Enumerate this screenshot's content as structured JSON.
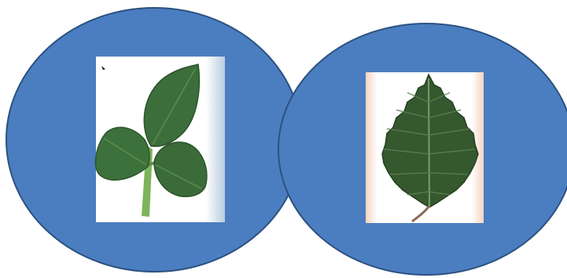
{
  "diagram": {
    "circles": [
      {
        "id": "left",
        "fill": "#4a7ec0",
        "stroke": "#2d5181",
        "photo": {
          "subject": "compound-leaf-three-leaflets",
          "background": "#ffffff",
          "edge_tint": "#b9cce0",
          "leaf_color": "#3b6e3a",
          "stem_color": "#6fa64f"
        }
      },
      {
        "id": "right",
        "fill": "#4a7ec0",
        "stroke": "#2d5181",
        "photo": {
          "subject": "simple-serrated-leaf",
          "background": "#ffffff",
          "edge_tint": "#f6d4c0",
          "leaf_color": "#35582f",
          "stem_color": "#8a6a55"
        }
      }
    ]
  }
}
